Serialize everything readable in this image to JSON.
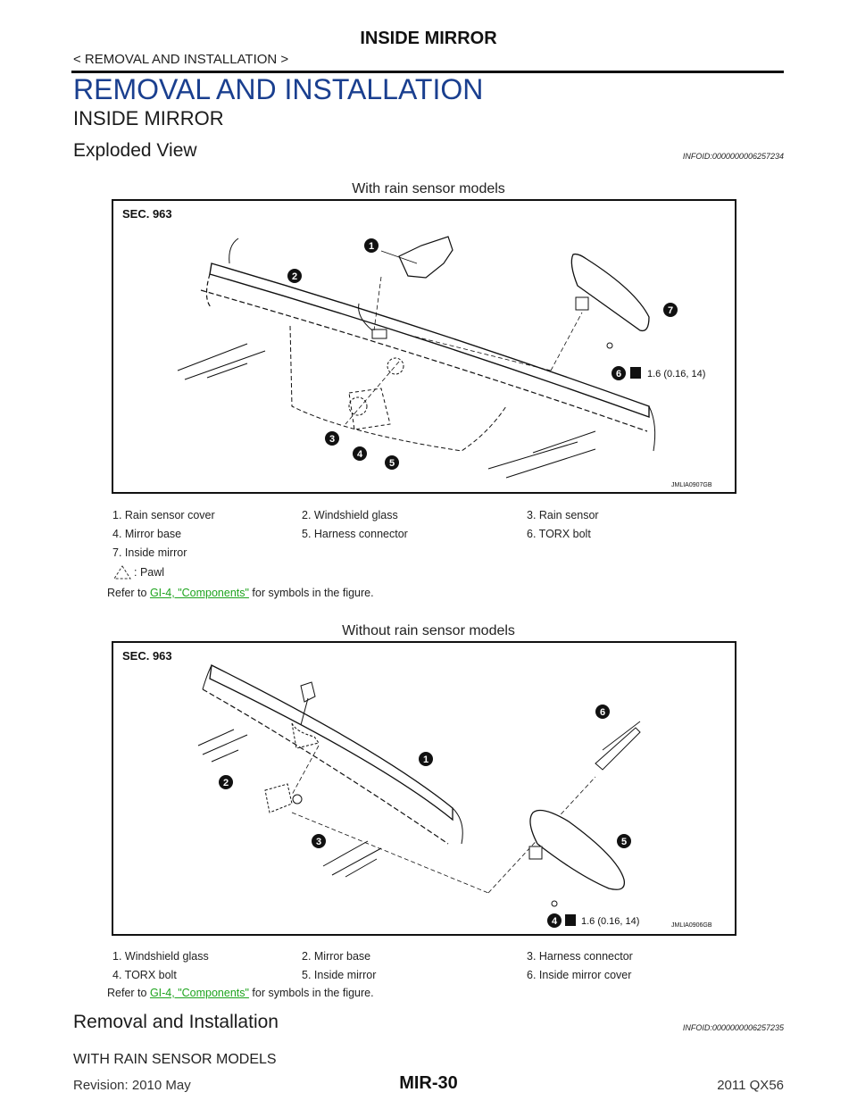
{
  "header": {
    "title": "INSIDE MIRROR",
    "breadcrumb": "< REMOVAL AND INSTALLATION >"
  },
  "section": {
    "title": "REMOVAL AND INSTALLATION",
    "subtitle": "INSIDE MIRROR"
  },
  "exploded_view": {
    "heading": "Exploded View",
    "info_id": "INFOID:0000000006257234",
    "figure1": {
      "caption": "With rain sensor models",
      "sec": "SEC. 963",
      "code": "JMLIA0907GB",
      "torque": "1.6 (0.16, 14)",
      "legend": [
        "1.  Rain sensor cover",
        "2.  Windshield glass",
        "3.  Rain sensor",
        "4.  Mirror base",
        "5.  Harness connector",
        "6.  TORX bolt",
        "7.  Inside mirror"
      ],
      "pawl_label": ": Pawl",
      "refer_prefix": "Refer to ",
      "refer_link": "GI-4, \"Components\"",
      "refer_suffix": " for symbols in the figure."
    },
    "figure2": {
      "caption": "Without rain sensor models",
      "sec": "SEC. 963",
      "code": "JMLIA0906GB",
      "torque": "1.6 (0.16, 14)",
      "legend": [
        "1.  Windshield glass",
        "2.  Mirror base",
        "3.  Harness connector",
        "4.  TORX bolt",
        "5.  Inside mirror",
        "6.  Inside mirror cover"
      ],
      "refer_prefix": "Refer to ",
      "refer_link": "GI-4, \"Components\"",
      "refer_suffix": " for symbols in the figure."
    }
  },
  "removal": {
    "heading": "Removal and Installation",
    "info_id": "INFOID:0000000006257235",
    "subheading": "WITH RAIN SENSOR MODELS"
  },
  "callouts": {
    "fig1": [
      "1",
      "2",
      "3",
      "4",
      "5",
      "6",
      "7"
    ],
    "fig2": [
      "1",
      "2",
      "3",
      "4",
      "5",
      "6"
    ]
  },
  "footer": {
    "revision": "Revision: 2010 May",
    "page": "MIR-30",
    "model": "2011 QX56"
  }
}
